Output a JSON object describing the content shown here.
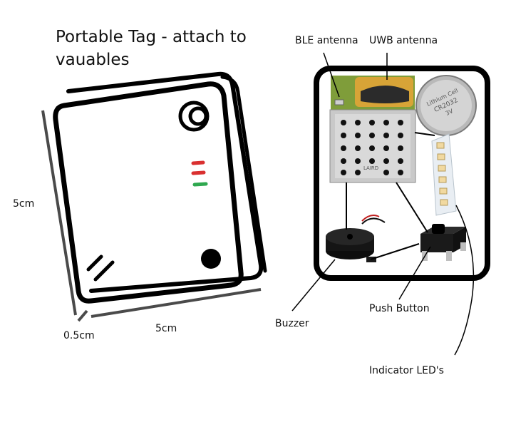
{
  "title": "Portable Tag - attach to vauables",
  "dimensions": {
    "height": "5cm",
    "width": "5cm",
    "depth": "0.5cm"
  },
  "components": {
    "ble_antenna": "BLE antenna",
    "uwb_antenna": "UWB antenna",
    "buzzer": "Buzzer",
    "push_button": "Push Button",
    "indicator_leds": "Indicator LED's"
  },
  "battery": {
    "line1": "Lithium Cell",
    "line2": "CR2032",
    "line3": "3V"
  },
  "module_marking": "LAIRD",
  "colors": {
    "led_top": "#d93030",
    "led_mid": "#d93030",
    "led_bottom": "#2fa84f",
    "pcb_green": "#7f9d3a",
    "antenna_gold": "#d8a437"
  }
}
